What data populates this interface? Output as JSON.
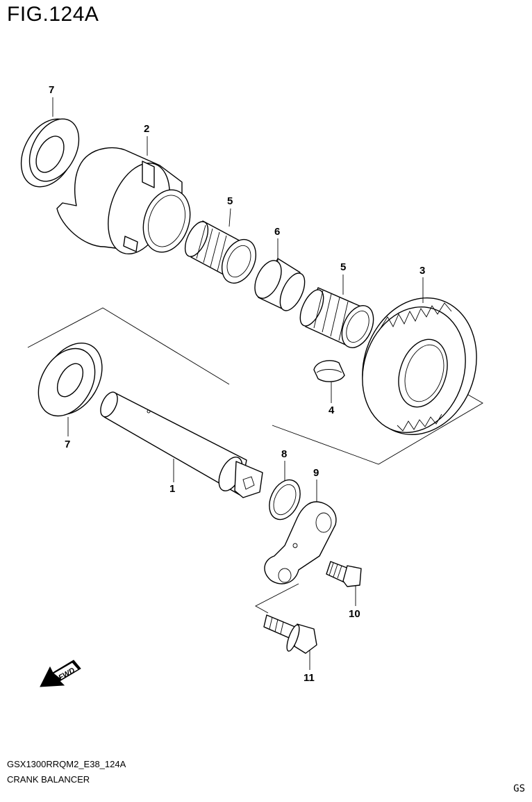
{
  "figure": {
    "title": "FIG.124A",
    "model_code": "GSX1300RRQM2_E38_124A",
    "diagram_name": "CRANK BALANCER",
    "corner_code": "GS"
  },
  "callouts": [
    {
      "id": "1",
      "label": "1"
    },
    {
      "id": "2",
      "label": "2"
    },
    {
      "id": "3",
      "label": "3"
    },
    {
      "id": "4",
      "label": "4"
    },
    {
      "id": "5a",
      "label": "5"
    },
    {
      "id": "5b",
      "label": "5"
    },
    {
      "id": "6",
      "label": "6"
    },
    {
      "id": "7a",
      "label": "7"
    },
    {
      "id": "7b",
      "label": "7"
    },
    {
      "id": "8",
      "label": "8"
    },
    {
      "id": "9",
      "label": "9"
    },
    {
      "id": "10",
      "label": "10"
    },
    {
      "id": "11",
      "label": "11"
    }
  ],
  "direction_badge": {
    "label": "FWD",
    "icon": "fwd-arrow-icon"
  },
  "colors": {
    "line": "#000000",
    "background": "#ffffff"
  }
}
